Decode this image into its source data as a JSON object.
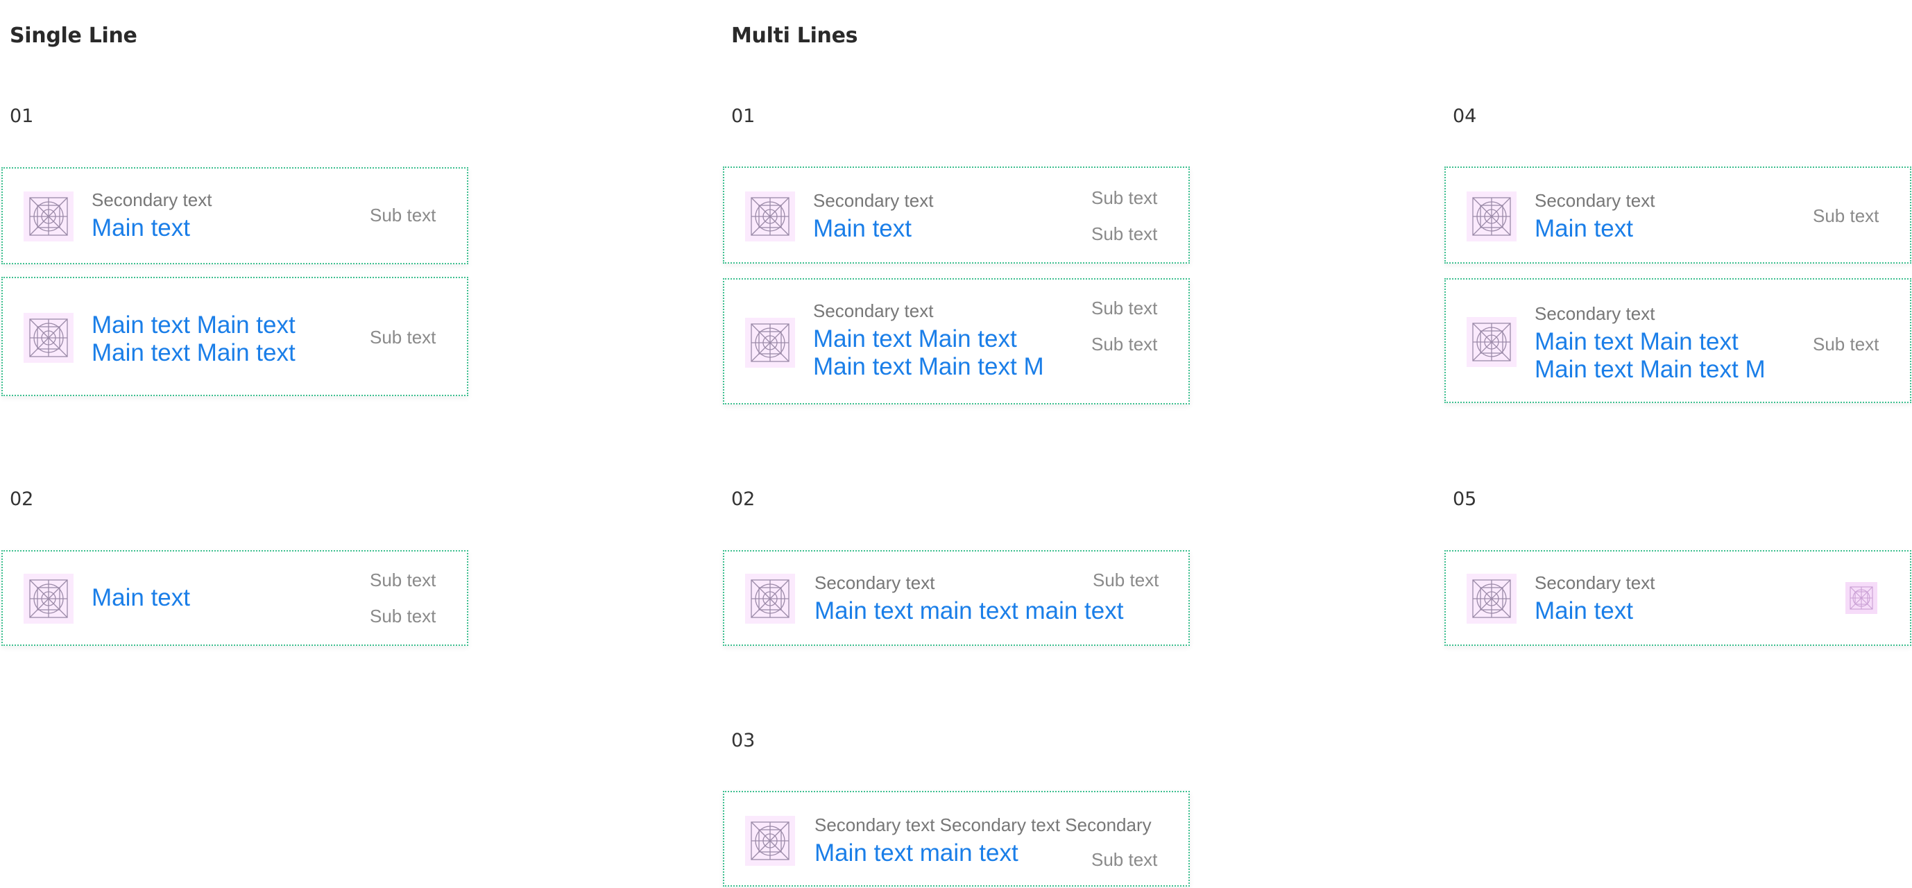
{
  "headings": {
    "single": "Single Line",
    "multi": "Multi Lines"
  },
  "numbers": {
    "n01": "01",
    "n02": "02",
    "n03": "03",
    "n04": "04",
    "n05": "05"
  },
  "single": {
    "c1": {
      "secondary": "Secondary text",
      "main": "Main text",
      "sub": "Sub text"
    },
    "c2": {
      "main1": "Main text Main text",
      "main2": "Main text Main text",
      "sub": "Sub text"
    },
    "c3": {
      "main": "Main text",
      "sub1": "Sub text",
      "sub2": "Sub text"
    }
  },
  "multi": {
    "c1": {
      "secondary": "Secondary text",
      "main": "Main text",
      "sub1": "Sub text",
      "sub2": "Sub text"
    },
    "c2": {
      "secondary": "Secondary text",
      "main1": "Main text Main text",
      "main2": "Main text Main text M",
      "sub1": "Sub text",
      "sub2": "Sub text"
    },
    "c3": {
      "secondary": "Secondary text",
      "main": "Main text main text main text",
      "sub": "Sub text"
    },
    "c4": {
      "secondary": "Secondary text Secondary text Secondary",
      "main": "Main text main text",
      "sub": "Sub text"
    }
  },
  "right": {
    "c1": {
      "secondary": "Secondary text",
      "main": "Main text",
      "sub": "Sub text"
    },
    "c2": {
      "secondary": "Secondary text",
      "main1": "Main text Main text",
      "main2": "Main text Main text M",
      "sub": "Sub text"
    },
    "c3": {
      "secondary": "Secondary text",
      "main": "Main text"
    }
  },
  "icons": {
    "thumbnail": "placeholder-grid-icon",
    "small": "placeholder-grid-icon-small"
  },
  "colors": {
    "main_text": "#1a7ee8",
    "border": "#3dbf8f",
    "thumb_bg": "#fbeafd"
  }
}
